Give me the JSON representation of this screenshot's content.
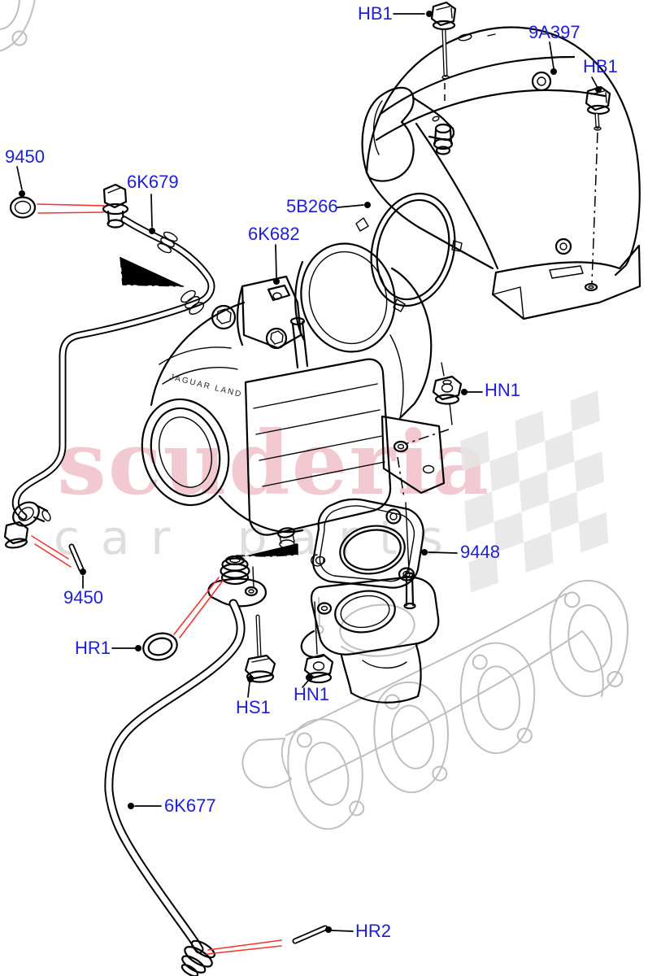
{
  "watermark": {
    "brand": "scuderia",
    "tagline": "car parts"
  },
  "engraving": "JAGUAR LAND",
  "labels": {
    "hb1_top": "HB1",
    "p9a397": "9A397",
    "hb1_right": "HB1",
    "p9450_left": "9450",
    "p6k679": "6K679",
    "p5b266": "5B266",
    "p6k682": "6K682",
    "hn1_upper": "HN1",
    "p9448": "9448",
    "p9450_lower": "9450",
    "hr1": "HR1",
    "hs1": "HS1",
    "hn1_lower": "HN1",
    "p6k677": "6K677",
    "hr2": "HR2"
  },
  "colors": {
    "label_blue": "#1b1edb",
    "leader_red": "#f53232",
    "line_black": "#000000",
    "ghost_gray": "#bfbfbf",
    "watermark_pink": "#f3c9d1",
    "watermark_gray": "#dedede",
    "flag_gray": "#e5e5e5"
  }
}
